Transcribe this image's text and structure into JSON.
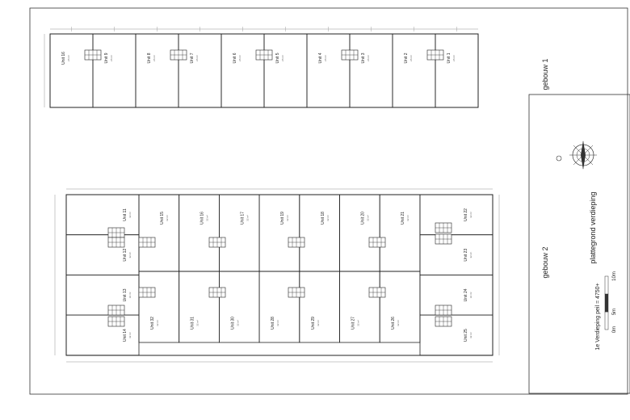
{
  "building1": {
    "label": "gebouw 1",
    "units": [
      {
        "name": "Unit 16",
        "area": "26 m²"
      },
      {
        "name": "Unit 9",
        "area": "26 m²"
      },
      {
        "name": "Unit 8",
        "area": "26 m²"
      },
      {
        "name": "Unit 7",
        "area": "26 m²"
      },
      {
        "name": "Unit 6",
        "area": "26 m²"
      },
      {
        "name": "Unit 5",
        "area": "26 m²"
      },
      {
        "name": "Unit 4",
        "area": "26 m²"
      },
      {
        "name": "Unit 3",
        "area": "26 m²"
      },
      {
        "name": "Unit 2",
        "area": "26 m²"
      },
      {
        "name": "Unit 1",
        "area": "26 m²"
      }
    ]
  },
  "building2": {
    "label": "gebouw 2",
    "units_top": [
      {
        "name": "Unit 15",
        "area": "32 m²"
      },
      {
        "name": "Unit 16",
        "area": "32 m²"
      },
      {
        "name": "Unit 17",
        "area": "32 m²"
      },
      {
        "name": "Unit 19",
        "area": "32 m²"
      },
      {
        "name": "Unit 18",
        "area": "32 m²"
      },
      {
        "name": "Unit 20",
        "area": "32 m²"
      },
      {
        "name": "Unit 21",
        "area": "32 m²"
      }
    ],
    "units_bottom": [
      {
        "name": "Unit 32",
        "area": "32 m²"
      },
      {
        "name": "Unit 31",
        "area": "32 m²"
      },
      {
        "name": "Unit 30",
        "area": "32 m²"
      },
      {
        "name": "Unit 28",
        "area": "32 m²"
      },
      {
        "name": "Unit 29",
        "area": "32 m²"
      },
      {
        "name": "Unit 27",
        "area": "32 m²"
      },
      {
        "name": "Unit 26",
        "area": "32 m²"
      }
    ],
    "units_left": [
      {
        "name": "Unit 11",
        "area": "32 m²"
      },
      {
        "name": "Unit 12",
        "area": "32 m²"
      },
      {
        "name": "Unit 13",
        "area": "32 m²"
      },
      {
        "name": "Unit 14",
        "area": "32 m²"
      }
    ],
    "units_right": [
      {
        "name": "Unit 22",
        "area": "32 m²"
      },
      {
        "name": "Unit 23",
        "area": "32 m²"
      },
      {
        "name": "Unit 24",
        "area": "32 m²"
      },
      {
        "name": "Unit 25",
        "area": "32 m²"
      }
    ]
  },
  "title_block": {
    "title": "plattegrond verdieping",
    "floor_level": "1e Verdieping peil = 4750+",
    "scale_labels": [
      "0m",
      "5m",
      "10m"
    ]
  }
}
